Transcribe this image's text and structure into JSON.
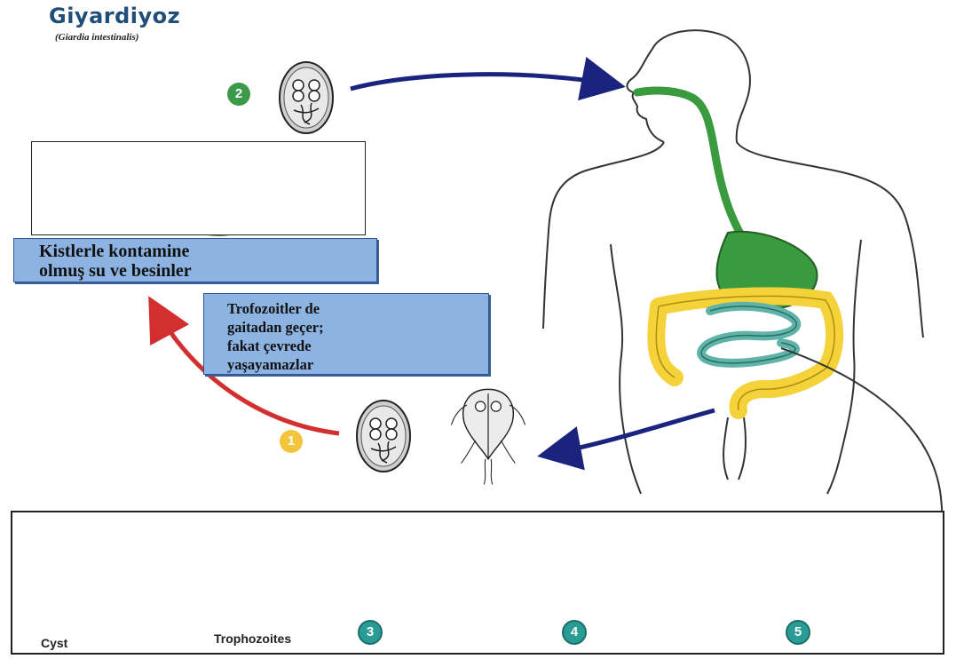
{
  "header": {
    "title": "Giyardiyoz",
    "subtitle": "(Giardia intestinalis)"
  },
  "labels": {
    "contaminated": [
      "Kistlerle kontamine",
      "olmuş su ve besinler"
    ],
    "trophozoites_note": [
      "Trofozoitler de",
      "gaitadan geçer;",
      "fakat çevrede",
      "yaşayamazlar"
    ]
  },
  "steps": {
    "step1": "1",
    "step2": "2",
    "step3": "3",
    "step4": "4",
    "step5": "5"
  },
  "cycle": {
    "cyst_label": "Cyst",
    "trophozoites_label": "Trophozoites"
  },
  "colors": {
    "title": "#1f4e79",
    "label_fill": "#8db3e2",
    "label_border": "#2f5597",
    "arrow_blue": "#1a237e",
    "arrow_red": "#d32f2f",
    "gut_green": "#3a9a3e",
    "colon_yellow": "#f5d23a",
    "intestine_teal": "#5fb3a8",
    "badge_green": "#3c9a4a",
    "badge_yellow": "#f2c53d",
    "badge_teal": "#2a9c96"
  }
}
